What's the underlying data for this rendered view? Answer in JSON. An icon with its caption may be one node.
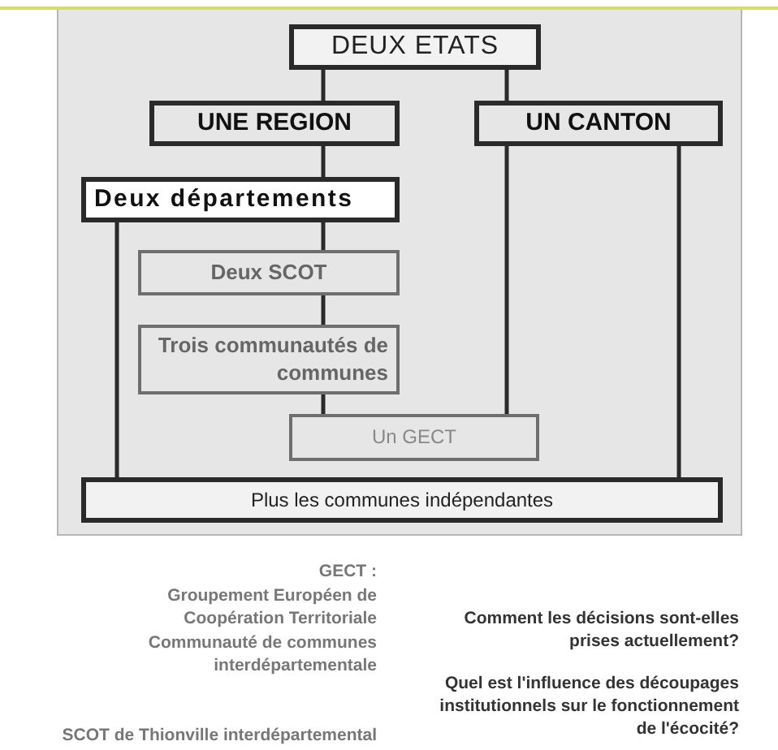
{
  "diagram": {
    "nodes": [
      {
        "text": [
          "DEUX ETATS"
        ]
      },
      {
        "text": [
          "UNE REGION"
        ]
      },
      {
        "text": [
          "UN CANTON"
        ]
      },
      {
        "text": [
          "Deux départements"
        ]
      },
      {
        "text": [
          "Deux SCOT"
        ]
      },
      {
        "text": [
          "Trois communautés de communes"
        ]
      },
      {
        "text": [
          "Un GECT"
        ]
      },
      {
        "text": [
          "Plus les communes indépendantes"
        ]
      }
    ],
    "edges": [
      {
        "from": 0,
        "to": 1,
        "arrow": "none"
      },
      {
        "from": 0,
        "to": 2,
        "arrow": "none"
      },
      {
        "from": 1,
        "to": 3,
        "arrow": "none"
      },
      {
        "from": 3,
        "to": 4,
        "arrow": "none"
      },
      {
        "from": 4,
        "to": 5,
        "arrow": "none"
      },
      {
        "from": 5,
        "to": 6,
        "arrow": "none"
      },
      {
        "from": 2,
        "to": 6,
        "arrow": "none"
      },
      {
        "from": 3,
        "to": 7,
        "arrow": "none"
      },
      {
        "from": 2,
        "to": 7,
        "arrow": "none"
      }
    ],
    "labels": [
      "GECT :",
      "Groupement Européen de Coopération Territoriale",
      "Communauté de communes interdépartementale",
      "SCOT de Thionville interdépartemental",
      "Comment les décisions sont-elles prises actuellement?",
      "Quel est l'influence des découpages institutionnels sur le fonctionnement de l'écocité?"
    ]
  }
}
